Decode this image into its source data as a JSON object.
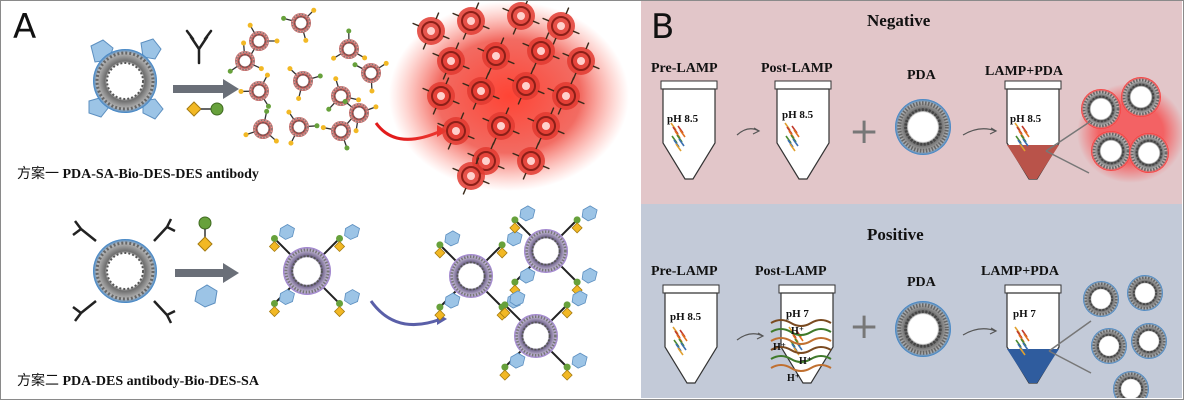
{
  "panel_a": {
    "letter": "A",
    "scheme1_prefix": "方案一",
    "scheme1_text": "PDA-SA-Bio-DES-DES antibody",
    "scheme2_prefix": "方案二",
    "scheme2_text": "PDA-DES antibody-Bio-DES-SA"
  },
  "panel_b": {
    "letter": "B",
    "negative": {
      "title": "Negative",
      "labels": [
        "Pre-LAMP",
        "Post-LAMP",
        "PDA",
        "LAMP+PDA"
      ],
      "tube_ph": [
        "pH 8.5",
        "pH 8.5",
        "pH 8.5"
      ]
    },
    "positive": {
      "title": "Positive",
      "labels": [
        "Pre-LAMP",
        "Post-LAMP",
        "PDA",
        "LAMP+PDA"
      ],
      "tube_ph": [
        "pH 8.5",
        "pH 7",
        "pH 7"
      ],
      "proton_labels": [
        "H⁺",
        "H⁺",
        "H⁺",
        "H⁺"
      ]
    },
    "plus_sign": "+"
  },
  "colors": {
    "negative_bg": "#e2c6c9",
    "positive_bg": "#c3cad8",
    "red_glow": "#e8402f",
    "blue_vesicle": "#4a87c2",
    "purple_vesicle": "#9a80c0"
  }
}
